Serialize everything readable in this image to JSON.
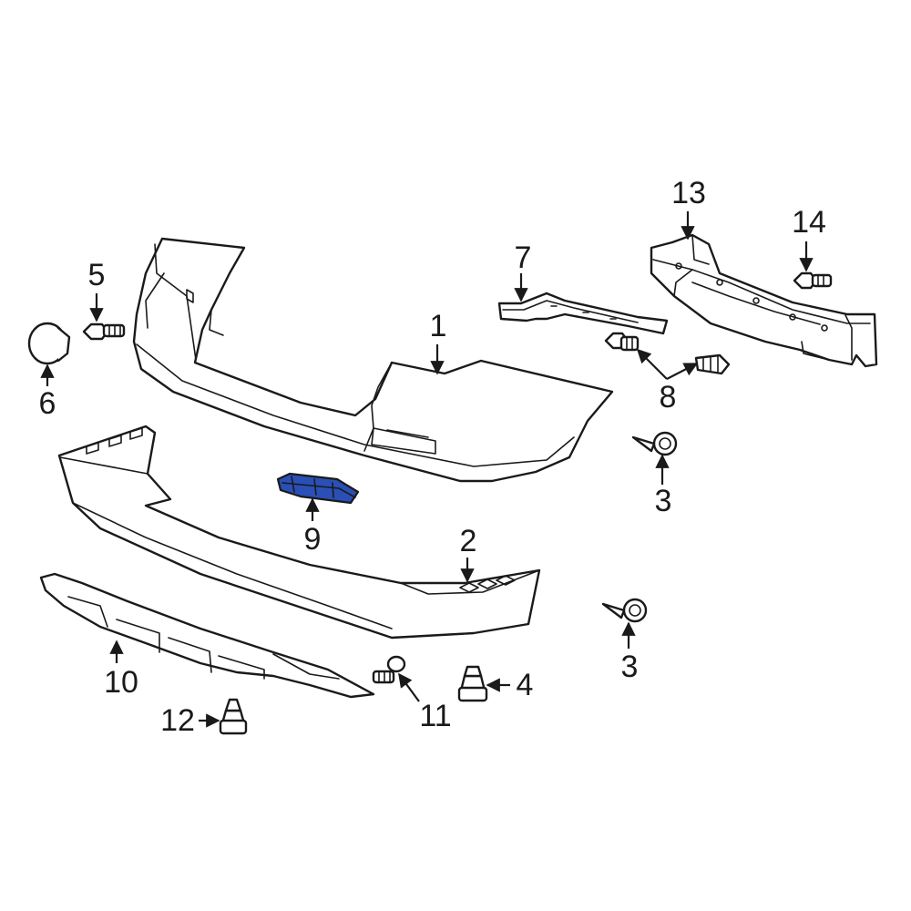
{
  "highlight_color": "#2a4fb6",
  "callouts": {
    "c1": "1",
    "c2": "2",
    "c3a": "3",
    "c3b": "3",
    "c4": "4",
    "c5": "5",
    "c6": "6",
    "c7": "7",
    "c8": "8",
    "c9": "9",
    "c10": "10",
    "c11": "11",
    "c12": "12",
    "c13": "13",
    "c14": "14"
  }
}
